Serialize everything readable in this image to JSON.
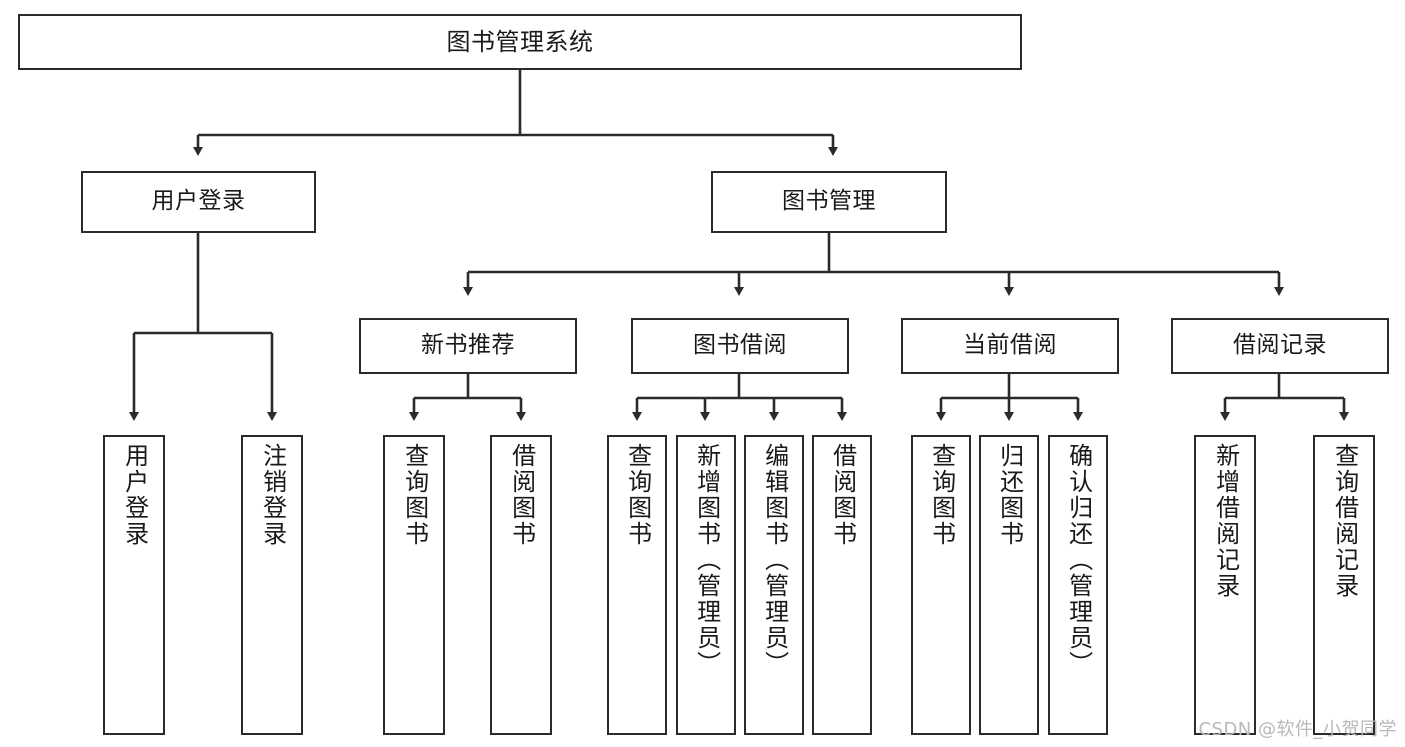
{
  "diagram": {
    "type": "tree",
    "title": "图书管理系统",
    "watermark": "CSDN @软件_小贺同学",
    "colors": {
      "node_border": "#2b2b2b",
      "node_fill": "#ffffff",
      "edge": "#2b2b2b",
      "text": "#1a1a1a",
      "watermark": "#b9b9b9"
    },
    "nodes": {
      "root": {
        "label": "图书管理系统",
        "orientation": "horizontal"
      },
      "l2": [
        {
          "label": "用户登录",
          "orientation": "horizontal"
        },
        {
          "label": "图书管理",
          "orientation": "horizontal"
        }
      ],
      "l3": [
        {
          "label": "新书推荐",
          "orientation": "horizontal"
        },
        {
          "label": "图书借阅",
          "orientation": "horizontal"
        },
        {
          "label": "当前借阅",
          "orientation": "horizontal"
        },
        {
          "label": "借阅记录",
          "orientation": "horizontal"
        }
      ],
      "leaves_user_login": [
        {
          "label": "用户登录",
          "orientation": "vertical"
        },
        {
          "label": "注销登录",
          "orientation": "vertical"
        }
      ],
      "leaves_new_book": [
        {
          "label": "查询图书",
          "orientation": "vertical"
        },
        {
          "label": "借阅图书",
          "orientation": "vertical"
        }
      ],
      "leaves_borrow": [
        {
          "label": "查询图书",
          "orientation": "vertical"
        },
        {
          "label": "新增图书（管理员）",
          "orientation": "vertical"
        },
        {
          "label": "编辑图书（管理员）",
          "orientation": "vertical"
        },
        {
          "label": "借阅图书",
          "orientation": "vertical"
        }
      ],
      "leaves_current": [
        {
          "label": "查询图书",
          "orientation": "vertical"
        },
        {
          "label": "归还图书",
          "orientation": "vertical"
        },
        {
          "label": "确认归还（管理员）",
          "orientation": "vertical"
        }
      ],
      "leaves_record": [
        {
          "label": "新增借阅记录",
          "orientation": "vertical"
        },
        {
          "label": "查询借阅记录",
          "orientation": "vertical"
        }
      ]
    },
    "edges": [
      {
        "from": "图书管理系统",
        "to": "用户登录"
      },
      {
        "from": "图书管理系统",
        "to": "图书管理"
      },
      {
        "from": "用户登录",
        "to": "用户登录(叶)"
      },
      {
        "from": "用户登录",
        "to": "注销登录"
      },
      {
        "from": "图书管理",
        "to": "新书推荐"
      },
      {
        "from": "图书管理",
        "to": "图书借阅"
      },
      {
        "from": "图书管理",
        "to": "当前借阅"
      },
      {
        "from": "图书管理",
        "to": "借阅记录"
      },
      {
        "from": "新书推荐",
        "to": "查询图书"
      },
      {
        "from": "新书推荐",
        "to": "借阅图书"
      },
      {
        "from": "图书借阅",
        "to": "查询图书"
      },
      {
        "from": "图书借阅",
        "to": "新增图书（管理员）"
      },
      {
        "from": "图书借阅",
        "to": "编辑图书（管理员）"
      },
      {
        "from": "图书借阅",
        "to": "借阅图书"
      },
      {
        "from": "当前借阅",
        "to": "查询图书"
      },
      {
        "from": "当前借阅",
        "to": "归还图书"
      },
      {
        "from": "当前借阅",
        "to": "确认归还（管理员）"
      },
      {
        "from": "借阅记录",
        "to": "新增借阅记录"
      },
      {
        "from": "借阅记录",
        "to": "查询借阅记录"
      }
    ]
  }
}
